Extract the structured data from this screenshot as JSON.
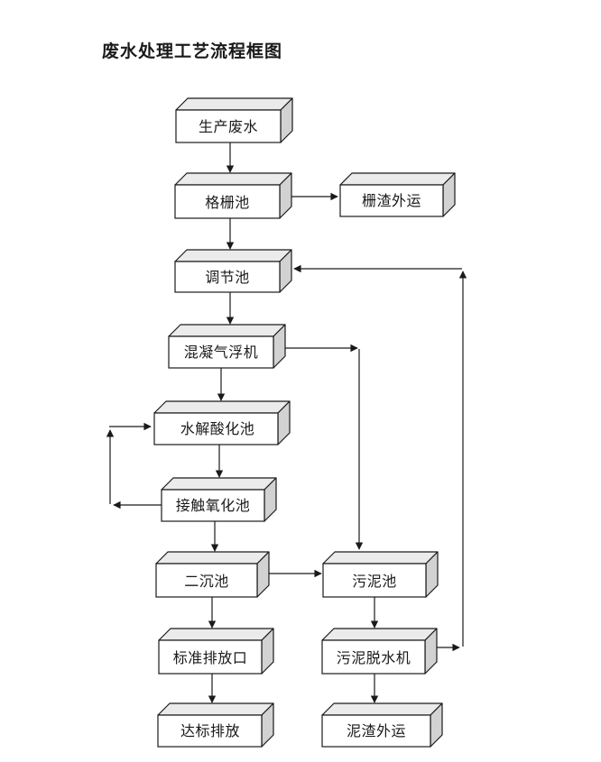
{
  "page": {
    "title": "废水处理工艺流程框图"
  },
  "diagram": {
    "type": "process-flowchart",
    "nodes": [
      {
        "id": "production-wastewater",
        "label": "生产废水"
      },
      {
        "id": "bar-screen-pool",
        "label": "格栅池"
      },
      {
        "id": "screen-residue-removal",
        "label": "栅渣外运"
      },
      {
        "id": "regulating-pool",
        "label": "调节池"
      },
      {
        "id": "coagulation-air-flotation",
        "label": "混凝气浮机"
      },
      {
        "id": "hydrolysis-acidification-pool",
        "label": "水解酸化池"
      },
      {
        "id": "contact-oxidation-pool",
        "label": "接触氧化池"
      },
      {
        "id": "secondary-sedimentation-pool",
        "label": "二沉池"
      },
      {
        "id": "sludge-pool",
        "label": "污泥池"
      },
      {
        "id": "standard-discharge-outlet",
        "label": "标准排放口"
      },
      {
        "id": "sludge-dewatering-machine",
        "label": "污泥脱水机"
      },
      {
        "id": "compliant-discharge",
        "label": "达标排放"
      },
      {
        "id": "sludge-residue-removal",
        "label": "泥渣外运"
      }
    ],
    "edges": [
      {
        "from": "production-wastewater",
        "to": "bar-screen-pool"
      },
      {
        "from": "bar-screen-pool",
        "to": "screen-residue-removal"
      },
      {
        "from": "bar-screen-pool",
        "to": "regulating-pool"
      },
      {
        "from": "regulating-pool",
        "to": "coagulation-air-flotation"
      },
      {
        "from": "coagulation-air-flotation",
        "to": "hydrolysis-acidification-pool"
      },
      {
        "from": "hydrolysis-acidification-pool",
        "to": "contact-oxidation-pool"
      },
      {
        "from": "contact-oxidation-pool",
        "to": "secondary-sedimentation-pool"
      },
      {
        "from": "secondary-sedimentation-pool",
        "to": "standard-discharge-outlet"
      },
      {
        "from": "standard-discharge-outlet",
        "to": "compliant-discharge"
      },
      {
        "from": "secondary-sedimentation-pool",
        "to": "sludge-pool"
      },
      {
        "from": "sludge-pool",
        "to": "sludge-dewatering-machine"
      },
      {
        "from": "sludge-dewatering-machine",
        "to": "sludge-residue-removal"
      },
      {
        "from": "coagulation-air-flotation",
        "to": "sludge-pool"
      },
      {
        "from": "contact-oxidation-pool",
        "to": "hydrolysis-acidification-pool"
      },
      {
        "from": "sludge-dewatering-machine",
        "to": "regulating-pool"
      }
    ],
    "colors": {
      "page_bg": "#ffffff",
      "box_front": "#ffffff",
      "box_top": "#ebebeb",
      "box_side": "#d2d2d2",
      "line": "#1a1a1a",
      "text": "#1a1a1a"
    }
  }
}
